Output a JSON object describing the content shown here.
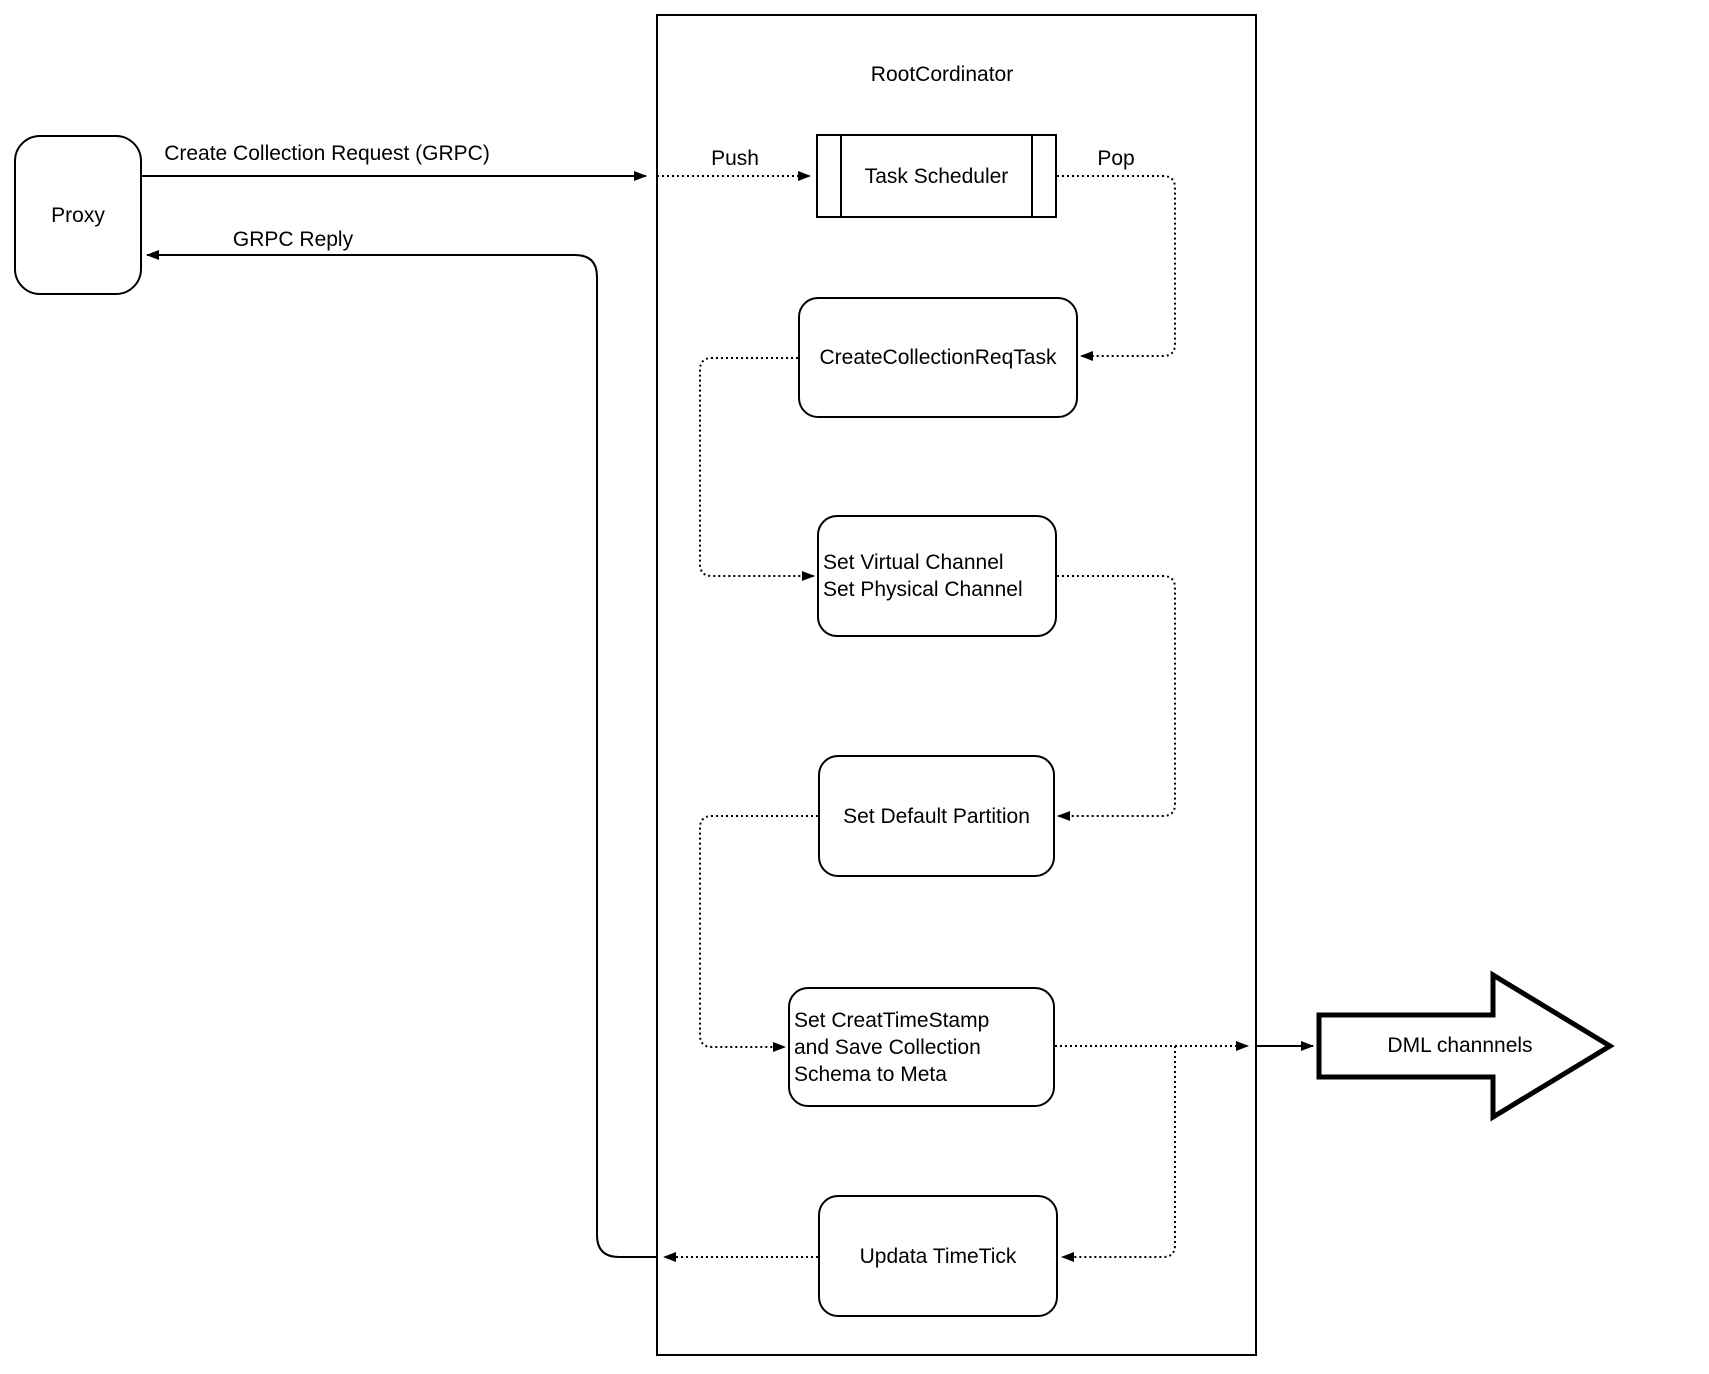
{
  "container": {
    "title": "RootCordinator"
  },
  "nodes": {
    "proxy": "Proxy",
    "task_scheduler": "Task Scheduler",
    "create_collection_req_task": "CreateCollectionReqTask",
    "set_channels": "Set Virtual Channel\nSet Physical Channel",
    "set_default_partition": "Set Default Partition",
    "set_timestamp": "Set CreatTimeStamp\nand Save Collection\nSchema to Meta",
    "updata_timetick": "Updata TimeTick",
    "dml_channels": "DML channnels"
  },
  "edge_labels": {
    "request": "Create Collection Request (GRPC)",
    "reply": "GRPC Reply",
    "push": "Push",
    "pop": "Pop"
  },
  "colors": {
    "stroke": "#000000",
    "background": "#ffffff"
  }
}
